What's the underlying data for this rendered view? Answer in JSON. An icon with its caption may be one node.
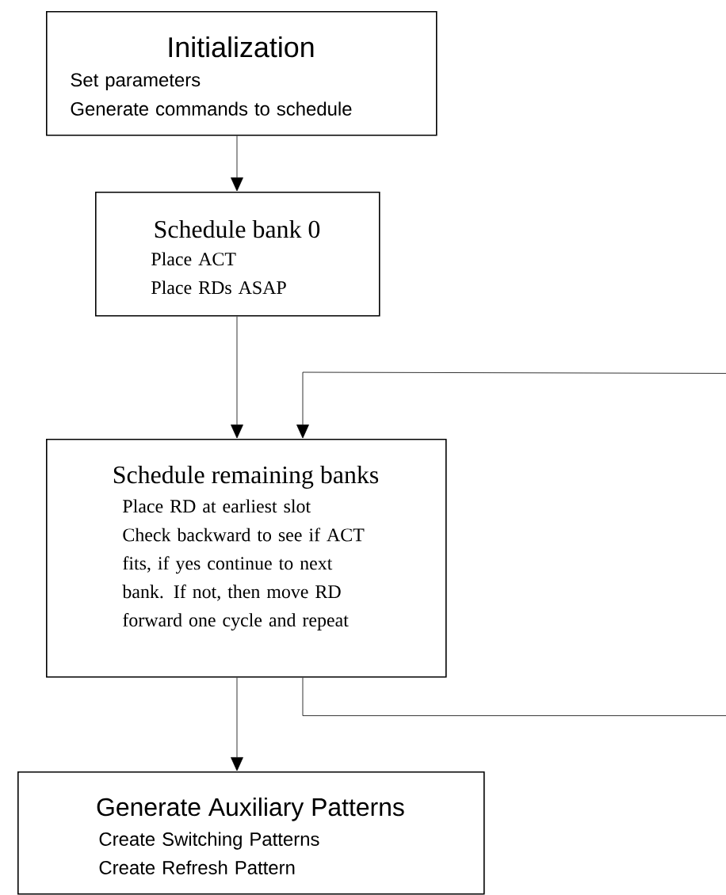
{
  "diagram": {
    "nodes": [
      {
        "text": [
          "Initialization",
          "Set parameters",
          "Generate commands to schedule"
        ]
      },
      {
        "text": [
          "Schedule bank 0",
          "Place ACT",
          "Place RDs ASAP"
        ]
      },
      {
        "text": [
          "Schedule remaining banks",
          "Place RD at earliest slot",
          "Check backward to see if ACT fits, if yes continue to next bank. If not, then move RD forward one cycle and repeat"
        ]
      },
      {
        "text": [
          "Generate Auxiliary Patterns",
          "Create Switching Patterns",
          "Create Refresh Pattern"
        ]
      }
    ],
    "edges": [
      {
        "from": 0,
        "to": 1,
        "arrow": "to"
      },
      {
        "from": 1,
        "to": 2,
        "arrow": "to"
      },
      {
        "from": 2,
        "to": 3,
        "arrow": "to"
      },
      {
        "from": 2,
        "to": 2,
        "arrow": "to"
      }
    ]
  }
}
